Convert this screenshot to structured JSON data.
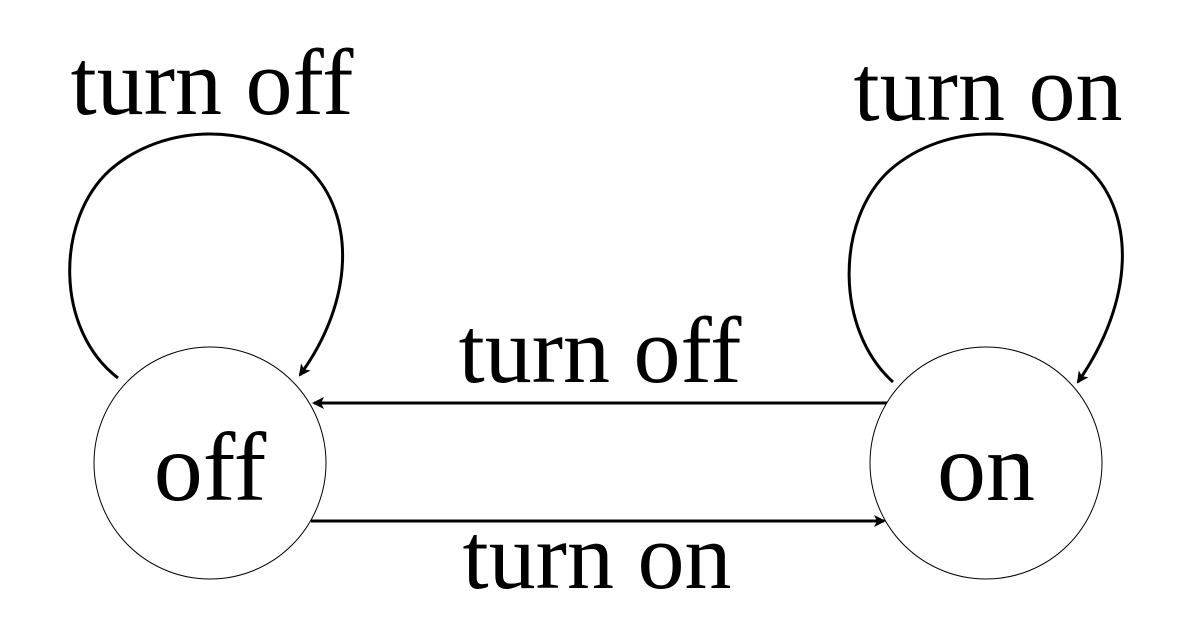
{
  "states": [
    {
      "id": "off",
      "label": "off"
    },
    {
      "id": "on",
      "label": "on"
    }
  ],
  "transitions": [
    {
      "id": "self-off",
      "from": "off",
      "to": "off",
      "label": "turn off"
    },
    {
      "id": "self-on",
      "from": "on",
      "to": "on",
      "label": "turn on"
    },
    {
      "id": "on-to-off",
      "from": "on",
      "to": "off",
      "label": "turn off"
    },
    {
      "id": "off-to-on",
      "from": "off",
      "to": "on",
      "label": "turn on"
    }
  ],
  "colors": {
    "stroke": "#000000",
    "background": "#ffffff"
  }
}
